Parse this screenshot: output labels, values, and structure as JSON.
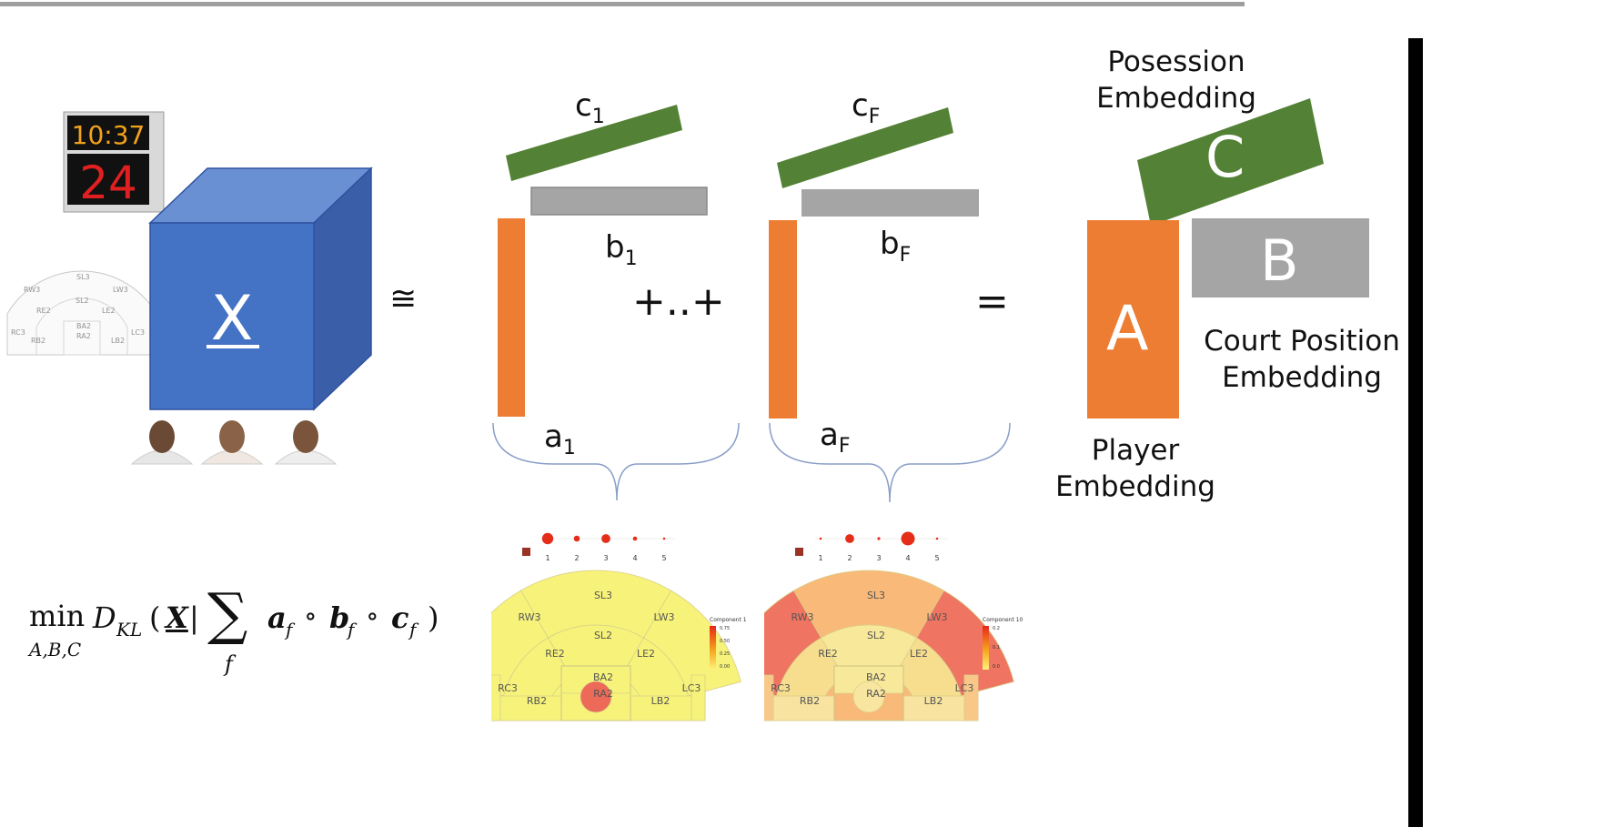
{
  "tensor": {
    "label": "X",
    "approx_symbol": "≅",
    "shot_clock": {
      "game_time": "10:37",
      "shot_time": "24"
    }
  },
  "court_zones": [
    "SL3",
    "RW3",
    "LW3",
    "SL2",
    "RE2",
    "LE2",
    "BA2",
    "RA2",
    "RC3",
    "RB2",
    "LB2",
    "LC3"
  ],
  "components": [
    {
      "c_base": "c",
      "c_sub": "1",
      "b_base": "b",
      "b_sub": "1",
      "a_base": "a",
      "a_sub": "1"
    },
    {
      "c_base": "c",
      "c_sub": "F",
      "b_base": "b",
      "b_sub": "F",
      "a_base": "a",
      "a_sub": "F"
    }
  ],
  "plus_dots": "+..+",
  "equals": "=",
  "embeddings": {
    "possession": {
      "letter": "C",
      "label_line1": "Posession",
      "label_line2": "Embedding"
    },
    "court": {
      "letter": "B",
      "label_line1": "Court Position",
      "label_line2": "Embedding"
    },
    "player": {
      "letter": "A",
      "label_line1": "Player",
      "label_line2": "Embedding"
    }
  },
  "formula": {
    "min": "min",
    "min_sub": "A,B,C",
    "d": "D",
    "d_sub": "KL",
    "open": "(",
    "x": "X",
    "bar": "|",
    "sum": "∑",
    "sum_sub": "f",
    "a": "a",
    "b": "b",
    "c": "c",
    "idx": "f",
    "circ": "∘",
    "close": ")"
  },
  "heatmaps": [
    {
      "legend_title": "Component 1",
      "legend_ticks": [
        "0.75",
        "0.50",
        "0.25",
        "0.00"
      ],
      "dot_labels": [
        "1",
        "2",
        "3",
        "4",
        "5"
      ],
      "dot_values": [
        0.8,
        0.35,
        0.6,
        0.2,
        0.05
      ],
      "zones": [
        "SL3",
        "RW3",
        "LW3",
        "SL2",
        "RE2",
        "LE2",
        "BA2",
        "RA2",
        "RC3",
        "RB2",
        "LB2",
        "LC3"
      ],
      "colors": {
        "SL3": "#f7f37a",
        "RW3": "#f7f37a",
        "LW3": "#f7f37a",
        "SL2": "#f7f37a",
        "RE2": "#f7f37a",
        "LE2": "#f7f37a",
        "BA2": "#f7f37a",
        "RA2": "#ec6a57",
        "RC3": "#f7f37a",
        "RB2": "#f7f37a",
        "LB2": "#f7f37a",
        "LC3": "#f7f37a"
      }
    },
    {
      "legend_title": "Component 10",
      "legend_ticks": [
        "0.2",
        "0.1",
        "0.0"
      ],
      "dot_labels": [
        "1",
        "2",
        "3",
        "4",
        "5"
      ],
      "dot_values": [
        0.05,
        0.6,
        0.1,
        1.0,
        0.05
      ],
      "zones": [
        "SL3",
        "RW3",
        "LW3",
        "SL2",
        "RE2",
        "LE2",
        "BA2",
        "RA2",
        "RC3",
        "RB2",
        "LB2",
        "LC3"
      ],
      "colors": {
        "SL3": "#f9b978",
        "RW3": "#ef7462",
        "LW3": "#ef7462",
        "SL2": "#f8e99a",
        "RE2": "#f7de8e",
        "LE2": "#f7de8e",
        "BA2": "#f8e99a",
        "RA2": "#f8e6a0",
        "RC3": "#f9c888",
        "RB2": "#f8e3a0",
        "LB2": "#f8e3a0",
        "LC3": "#f9c888"
      }
    }
  ],
  "colors": {
    "orange": "#ec7d33",
    "gray": "#a5a5a5",
    "green": "#538135",
    "cube_front": "#4472c4",
    "cube_top": "#6a90d4",
    "cube_side": "#3b5ea8",
    "brace": "#8a9ec8"
  }
}
